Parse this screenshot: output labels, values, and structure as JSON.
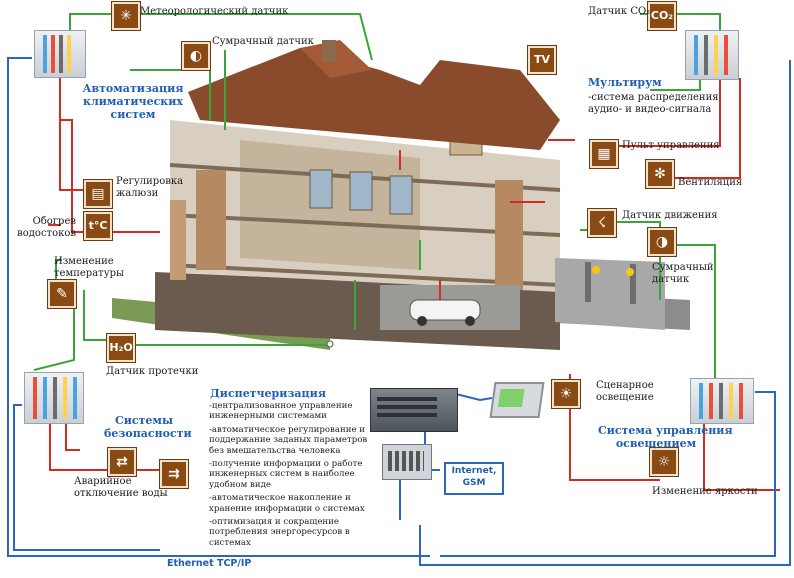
{
  "labels": {
    "meteo_sensor": "Метеорологический датчик",
    "co2_sensor": "Датчик CO₂",
    "twilight_sensor_top": "Сумрачный датчик",
    "blinds_l1": "Регулировка",
    "blinds_l2": "жалюзи",
    "gutter_l1": "Обогрев",
    "gutter_l2": "водостоков",
    "temp_l1": "Изменение",
    "temp_l2": "температуры",
    "leak_sensor": "Датчик протечки",
    "water_l1": "Аварийное",
    "water_l2": "отключение воды",
    "control_panel": "Пульт управления",
    "ventilation": "Вентиляция",
    "motion_sensor": "Датчик движения",
    "twilight_r_l1": "Сумрачный",
    "twilight_r_l2": "датчик",
    "scenario_l1": "Сценарное",
    "scenario_l2": "освещение",
    "brightness": "Изменение яркости",
    "multiroom_desc_l1": "-система распределения",
    "multiroom_desc_l2": "аудио- и видео-сигнала",
    "internet_l1": "Internet,",
    "internet_l2": "GSM",
    "ethernet": "Ethernet TCP/IP"
  },
  "titles": {
    "climate": [
      "Автоматизация",
      "климатических",
      "систем"
    ],
    "multiroom": "Мультирум",
    "security": [
      "Системы",
      "безопасности"
    ],
    "lighting": [
      "Система управления",
      "освещением"
    ],
    "dispatch": "Диспетчеризация"
  },
  "dispatch_items": [
    "-централизованное управление инженерными системами",
    "-автоматическое регулирование и поддержание заданых параметров без вмешательства человека",
    "-получение информации о работе инженерных систем в наиболее удобном виде",
    "-автоматическое накопление и хранение информации о системах",
    "-оптимизация и сокращение потребления энергоресурсов в системах"
  ],
  "icons": {
    "tv": "TV",
    "temp_gutter": "t°C",
    "leak": "H₂O",
    "co2": "CO₂"
  },
  "colors": {
    "wire_red": "#d62a1f",
    "wire_green": "#3aa53a",
    "wire_blue": "#2a66c2",
    "title_blue": "#1f5fb3",
    "icon_brown": "#8a4a14"
  }
}
